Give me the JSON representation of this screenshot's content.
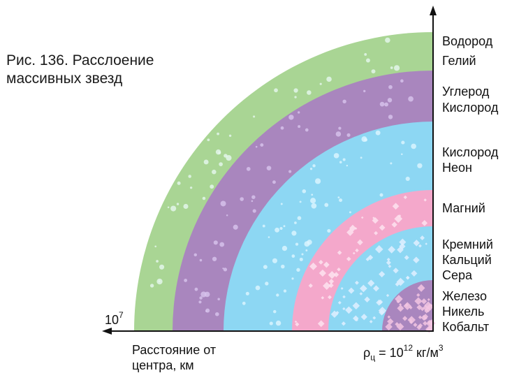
{
  "caption": {
    "line1": "Рис. 136. Расслоение",
    "line2": "массивных звезд"
  },
  "layers": [
    {
      "elements": [
        "Водород",
        "Гелий"
      ],
      "color": "#a9d594"
    },
    {
      "elements": [
        "Углерод",
        "Кислород"
      ],
      "color": "#a986be"
    },
    {
      "elements": [
        "Кислород",
        "Неон"
      ],
      "color": "#8dd7f3"
    },
    {
      "elements": [
        "Магний"
      ],
      "color": "#f4a8cb"
    },
    {
      "elements": [
        "Кремний",
        "Кальций",
        "Сера"
      ],
      "color": "#8dd7f3"
    },
    {
      "elements": [
        "Железо",
        "Никель",
        "Кобальт"
      ],
      "color": "#a986be"
    }
  ],
  "axis": {
    "x_mark_base": "10",
    "x_mark_exp": "7",
    "x_title_line1": "Расстояние от",
    "x_title_line2": "центра, км",
    "density_symbol": "ρ",
    "density_sub": "ц",
    "density_mid": " = 10",
    "density_exp": "12",
    "density_unit": " кг/м",
    "density_unit_exp": "3"
  }
}
